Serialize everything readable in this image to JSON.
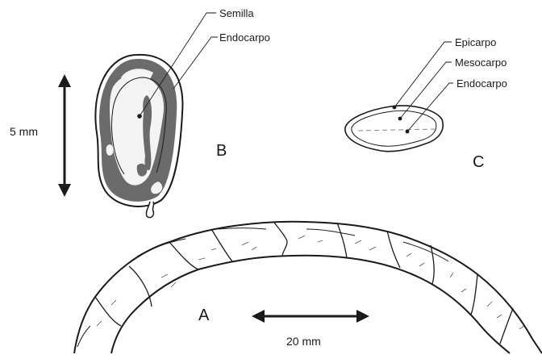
{
  "labels": {
    "semilla": "Semilla",
    "endocarpo_b": "Endocarpo",
    "epicarpo": "Epicarpo",
    "mesocarpo": "Mesocarpo",
    "endocarpo_c": "Endocarpo",
    "letter_a": "A",
    "letter_b": "B",
    "letter_c": "C"
  },
  "scales": {
    "small": "5 mm",
    "large": "20 mm"
  },
  "colors": {
    "line": "#1a1a1a",
    "seed_fill": "#6b6b6b",
    "light_fill": "#f4f4f4"
  }
}
